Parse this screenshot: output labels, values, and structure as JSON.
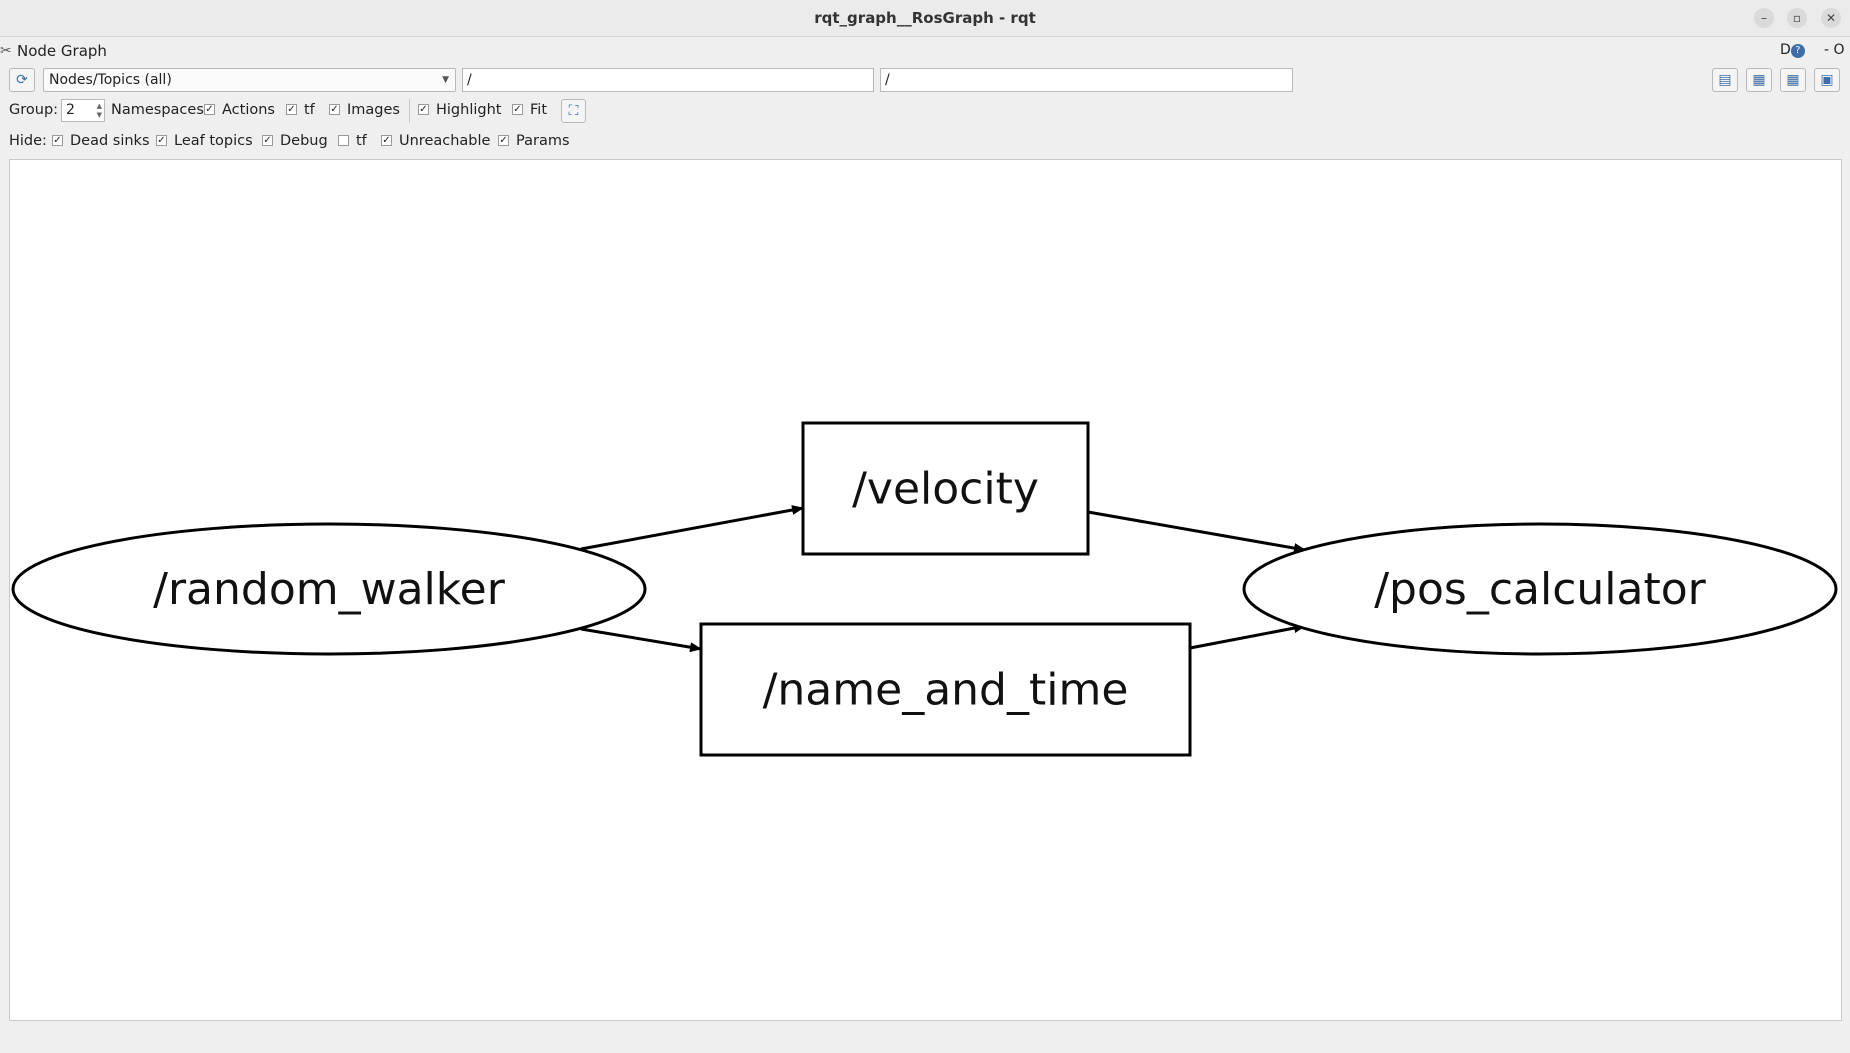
{
  "window": {
    "title": "rqt_graph__RosGraph - rqt"
  },
  "plugin": {
    "title": "Node Graph",
    "help_prefix": "D",
    "right_suffix": "- O"
  },
  "controls": {
    "view_mode": "Nodes/Topics (all)",
    "ns_filter": "/",
    "topic_filter": "/",
    "group_label": "Group:",
    "group_value": "2",
    "namespaces_label": "Namespaces",
    "actions_label": "Actions",
    "tf_label": "tf",
    "images_label": "Images",
    "highlight_label": "Highlight",
    "fit_label": "Fit"
  },
  "hide": {
    "label": "Hide:",
    "dead_sinks": "Dead sinks",
    "leaf_topics": "Leaf topics",
    "debug": "Debug",
    "tf": "tf",
    "unreachable": "Unreachable",
    "params": "Params"
  },
  "checks": {
    "namespaces": true,
    "actions": true,
    "tf": true,
    "images": true,
    "highlight": true,
    "fit": true,
    "dead_sinks": true,
    "leaf_topics": true,
    "debug": true,
    "hide_tf": false,
    "unreachable": true,
    "params": true
  },
  "graph": {
    "nodes": [
      {
        "id": "random_walker",
        "label": "/random_walker",
        "kind": "node"
      },
      {
        "id": "velocity",
        "label": "/velocity",
        "kind": "topic"
      },
      {
        "id": "name_and_time",
        "label": "/name_and_time",
        "kind": "topic"
      },
      {
        "id": "pos_calculator",
        "label": "/pos_calculator",
        "kind": "node"
      }
    ],
    "edges": [
      {
        "from": "random_walker",
        "to": "velocity"
      },
      {
        "from": "random_walker",
        "to": "name_and_time"
      },
      {
        "from": "velocity",
        "to": "pos_calculator"
      },
      {
        "from": "name_and_time",
        "to": "pos_calculator"
      }
    ]
  },
  "icons": {
    "refresh": "refresh-icon",
    "fit_view": "fit-view-icon",
    "load": "load-icon",
    "save_dot": "save-dot-icon",
    "save_svg": "save-svg-icon",
    "screenshot": "screenshot-icon"
  }
}
